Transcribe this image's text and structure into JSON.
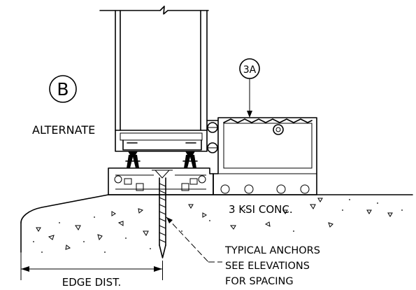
{
  "detail": {
    "tag": "B",
    "subtitle": "ALTERNATE",
    "callout": "3A"
  },
  "labels": {
    "concrete": "3 KSI CONC.",
    "anchors_line1": "TYPICAL ANCHORS",
    "anchors_line2": "SEE ELEVATIONS",
    "anchors_line3": "FOR SPACING",
    "edge_dimension": "EDGE DIST."
  }
}
